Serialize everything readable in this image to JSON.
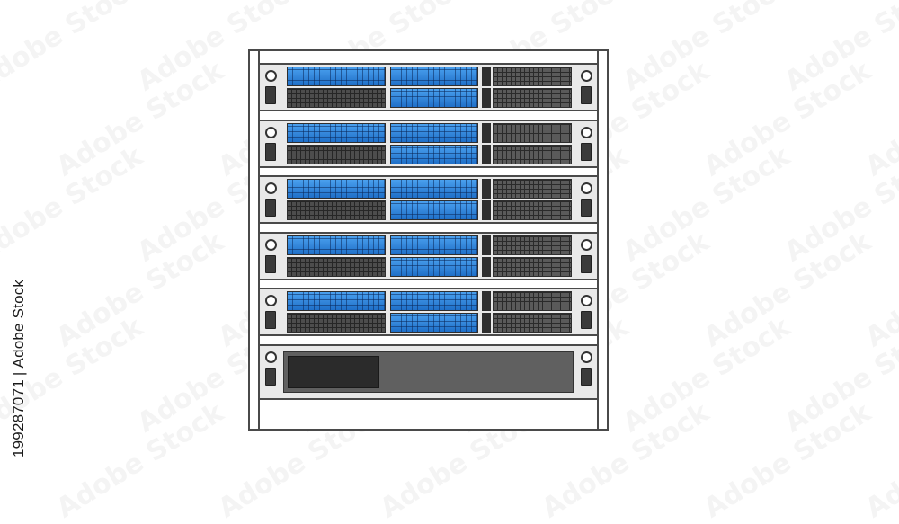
{
  "image": {
    "subject": "server-rack-illustration",
    "side_watermark": {
      "id_text": "199287071",
      "separator": "|",
      "brand_text": "Adobe Stock"
    },
    "colors": {
      "rack_outline": "#4a4a4a",
      "drive_blue": "#2f86dd",
      "chassis_dark": "#5a5a5a",
      "background": "#ffffff"
    },
    "rack": {
      "server_units": 5,
      "bottom_unit": "power-supply"
    }
  }
}
